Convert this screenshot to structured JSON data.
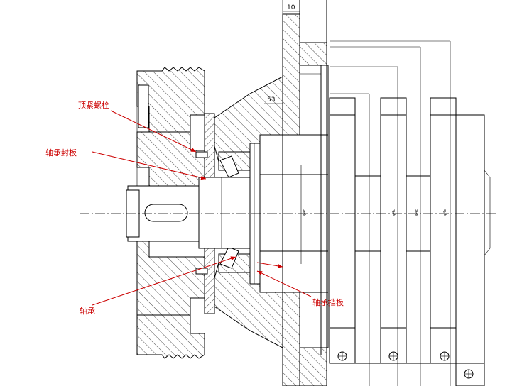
{
  "labels": {
    "set_bolt": "顶紧螺栓",
    "bearing_cover": "轴承封板",
    "bearing": "轴承",
    "bearing_retainer": "轴承挡板"
  },
  "dimensions": {
    "top_thickness": "10",
    "flange_gap": "53",
    "d1": "φ4c",
    "d2": "φ4c",
    "d3": "φ4c",
    "d4": "φ4c"
  },
  "colors": {
    "callout": "#cc0000",
    "line": "#000000",
    "background": "#ffffff"
  }
}
